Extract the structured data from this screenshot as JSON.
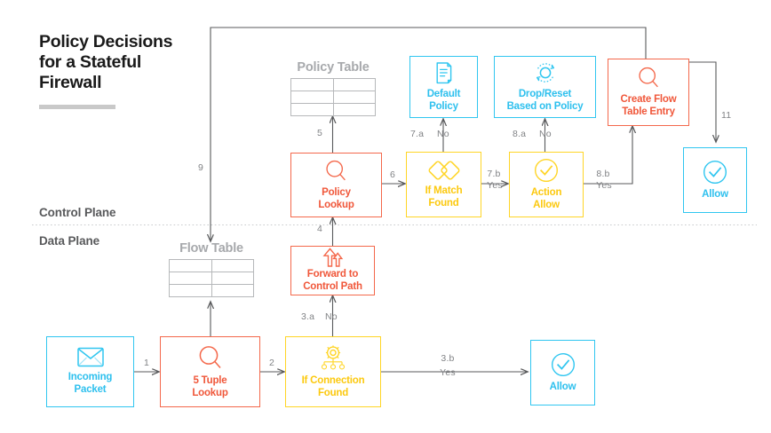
{
  "page": {
    "title_lines": "Policy Decisions\nfor a Stateful\nFirewall",
    "background": "#ffffff"
  },
  "colors": {
    "cyan": "#30c6f0",
    "red": "#f4684b",
    "yellow": "#ffd526",
    "grey_text": "#808285",
    "table_grey": "#a7a9ac",
    "plane_label": "#58595b",
    "arrow": "#58595b",
    "title": "#1a1a1a",
    "rule": "#c9c9c9"
  },
  "planes": {
    "control_label": "Control Plane",
    "data_label": "Data Plane"
  },
  "tables": [
    {
      "name": "policy-table",
      "title": "Policy Table",
      "rows": 3,
      "cols": 2
    },
    {
      "name": "flow-table",
      "title": "Flow Table",
      "rows": 3,
      "cols": 2
    }
  ],
  "nodes": [
    {
      "id": "incoming-packet",
      "label": "Incoming\nPacket",
      "color": "cyan",
      "icon": "envelope-icon"
    },
    {
      "id": "five-tuple-lookup",
      "label": "5 Tuple\nLookup",
      "color": "red",
      "icon": "magnifier-icon"
    },
    {
      "id": "if-connection-found",
      "label": "If Connection\nFound",
      "color": "yellow",
      "icon": "gear-network-icon"
    },
    {
      "id": "allow-data",
      "label": "Allow",
      "color": "cyan",
      "icon": "check-circle-icon"
    },
    {
      "id": "forward-to-control-path",
      "label": "Forward to\nControl Path",
      "color": "red",
      "icon": "forward-arrows-icon"
    },
    {
      "id": "policy-lookup",
      "label": "Policy\nLookup",
      "color": "red",
      "icon": "magnifier-icon"
    },
    {
      "id": "if-match-found",
      "label": "If Match\nFound",
      "color": "yellow",
      "icon": "overlap-diamonds-icon"
    },
    {
      "id": "action-allow",
      "label": "Action\nAllow",
      "color": "yellow",
      "icon": "check-circle-icon"
    },
    {
      "id": "default-policy",
      "label": "Default\nPolicy",
      "color": "cyan",
      "icon": "document-icon"
    },
    {
      "id": "drop-reset",
      "label": "Drop/Reset\nBased on Policy",
      "color": "cyan",
      "icon": "reset-circle-icon"
    },
    {
      "id": "create-flow-table-entry",
      "label": "Create Flow\nTable Entry",
      "color": "red",
      "icon": "magnifier-icon"
    },
    {
      "id": "allow-control",
      "label": "Allow",
      "color": "cyan",
      "icon": "check-circle-icon"
    }
  ],
  "edges": [
    {
      "id": "e1",
      "step": "1",
      "verdict": ""
    },
    {
      "id": "e2",
      "step": "2",
      "verdict": ""
    },
    {
      "id": "e3a",
      "step": "3.a",
      "verdict": "No"
    },
    {
      "id": "e3b",
      "step": "3.b",
      "verdict": "Yes"
    },
    {
      "id": "e4",
      "step": "4",
      "verdict": ""
    },
    {
      "id": "e5",
      "step": "5",
      "verdict": ""
    },
    {
      "id": "e6",
      "step": "6",
      "verdict": ""
    },
    {
      "id": "e7a",
      "step": "7.a",
      "verdict": "No"
    },
    {
      "id": "e7b",
      "step": "7.b",
      "verdict": "Yes"
    },
    {
      "id": "e8a",
      "step": "8.a",
      "verdict": "No"
    },
    {
      "id": "e8b",
      "step": "8.b",
      "verdict": "Yes"
    },
    {
      "id": "e9",
      "step": "9",
      "verdict": ""
    },
    {
      "id": "e11",
      "step": "11",
      "verdict": ""
    }
  ]
}
